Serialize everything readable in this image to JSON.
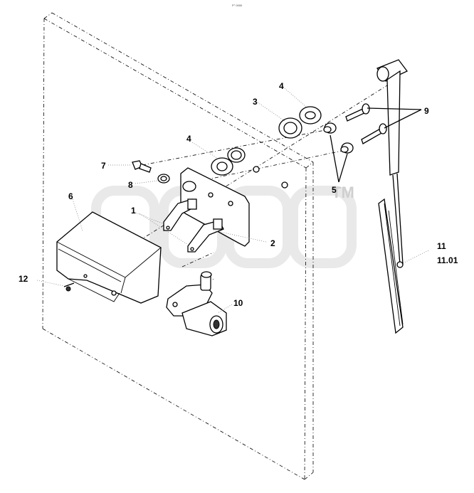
{
  "header": {
    "small_text": "P° 0000"
  },
  "watermark": {
    "letters": "aтсb",
    "trademark": "TM"
  },
  "callouts": {
    "c1": "1",
    "c2": "2",
    "c3": "3",
    "c4a": "4",
    "c4b": "4",
    "c5": "5",
    "c6": "6",
    "c7": "7",
    "c8": "8",
    "c9": "9",
    "c10": "10",
    "c11": "11",
    "c11b": "11.01",
    "c12": "12"
  }
}
